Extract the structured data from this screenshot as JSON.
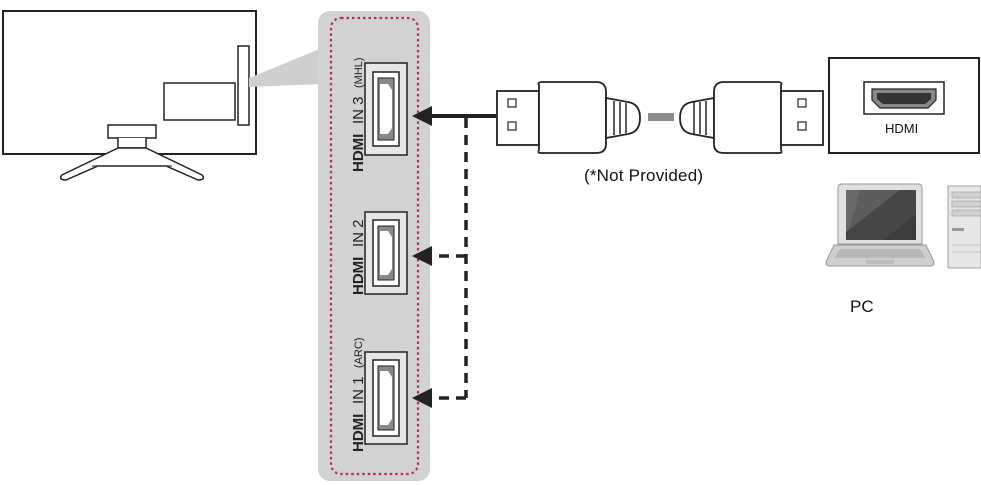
{
  "colors": {
    "panel_fill": "#d2d2d2",
    "panel_border_dots": "#b0305a",
    "line": "#222222",
    "cable_link": "#8c8c8c"
  },
  "tv_panel": {
    "ports": [
      {
        "brand": "HDMI",
        "label": "IN 3",
        "sublabel": "(MHL)",
        "connection": "solid"
      },
      {
        "brand": "HDMI",
        "label": "IN 2",
        "sublabel": "",
        "connection": "dashed"
      },
      {
        "brand": "HDMI",
        "label": "IN 1",
        "sublabel": "(ARC)",
        "connection": "dashed"
      }
    ]
  },
  "cable": {
    "note": "(*Not Provided)"
  },
  "pc": {
    "port_label": "HDMI",
    "label": "PC"
  },
  "icons": [
    "tv-icon",
    "hdmi-port-icon",
    "hdmi-cable-icon",
    "laptop-icon",
    "desktop-tower-icon",
    "arrow-icon"
  ]
}
